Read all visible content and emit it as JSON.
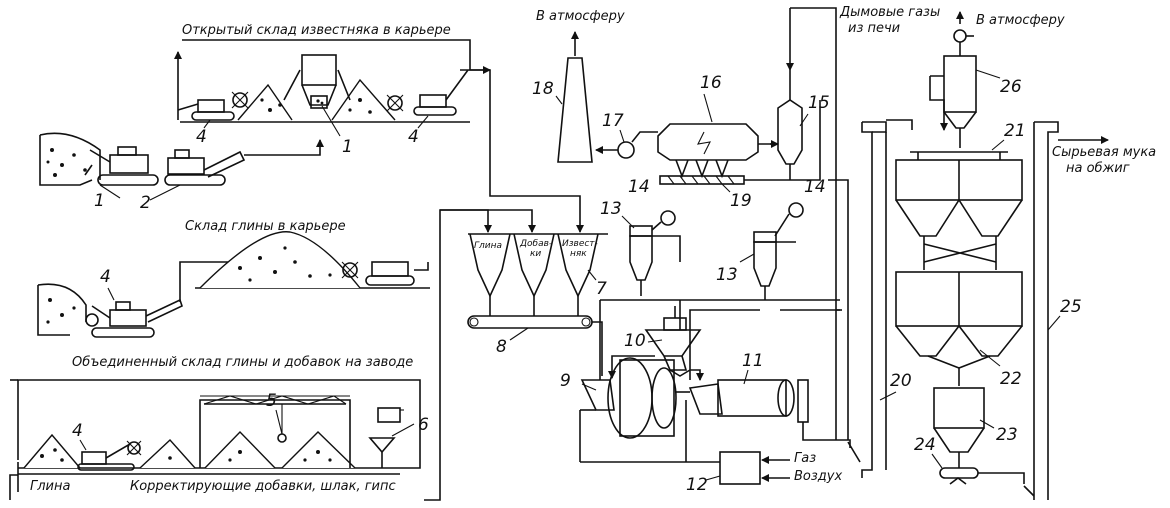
{
  "labels": {
    "open_limestone_store": "Открытый склад известняка в карьере",
    "to_atmosphere_1": "В атмосферу",
    "flue_gases": "Дымовые газы",
    "from_kiln": "из печи",
    "to_atmosphere_2": "В атмосферу",
    "raw_meal": "Сырьевая мука",
    "to_firing": "на обжиг",
    "clay_store": "Склад глины в карьере",
    "combined_store": "Объединенный склад глины и добавок на заводе",
    "clay": "Глина",
    "correcting_additives": "Корректирующие добавки, шлак, гипс",
    "gas": "Газ",
    "air": "Воздух"
  },
  "hopper_labels": {
    "clay": "Глина",
    "add_1": "Добав-",
    "add_2": "ки",
    "lime_1": "Извест-",
    "lime_2": "няк"
  },
  "numbers": {
    "n1a": "1",
    "n1b": "1",
    "n2": "2",
    "n4a": "4",
    "n4b": "4",
    "n4c": "4",
    "n4d": "4",
    "n5": "5",
    "n6": "6",
    "n7": "7",
    "n8": "8",
    "n9": "9",
    "n10": "10",
    "n11": "11",
    "n12": "12",
    "n13a": "13",
    "n13b": "13",
    "n14a": "14",
    "n14b": "14",
    "n15": "15",
    "n16": "16",
    "n17": "17",
    "n18": "18",
    "n19": "19",
    "n20": "20",
    "n21": "21",
    "n22": "22",
    "n23": "23",
    "n24": "24",
    "n25": "25",
    "n26": "26"
  }
}
